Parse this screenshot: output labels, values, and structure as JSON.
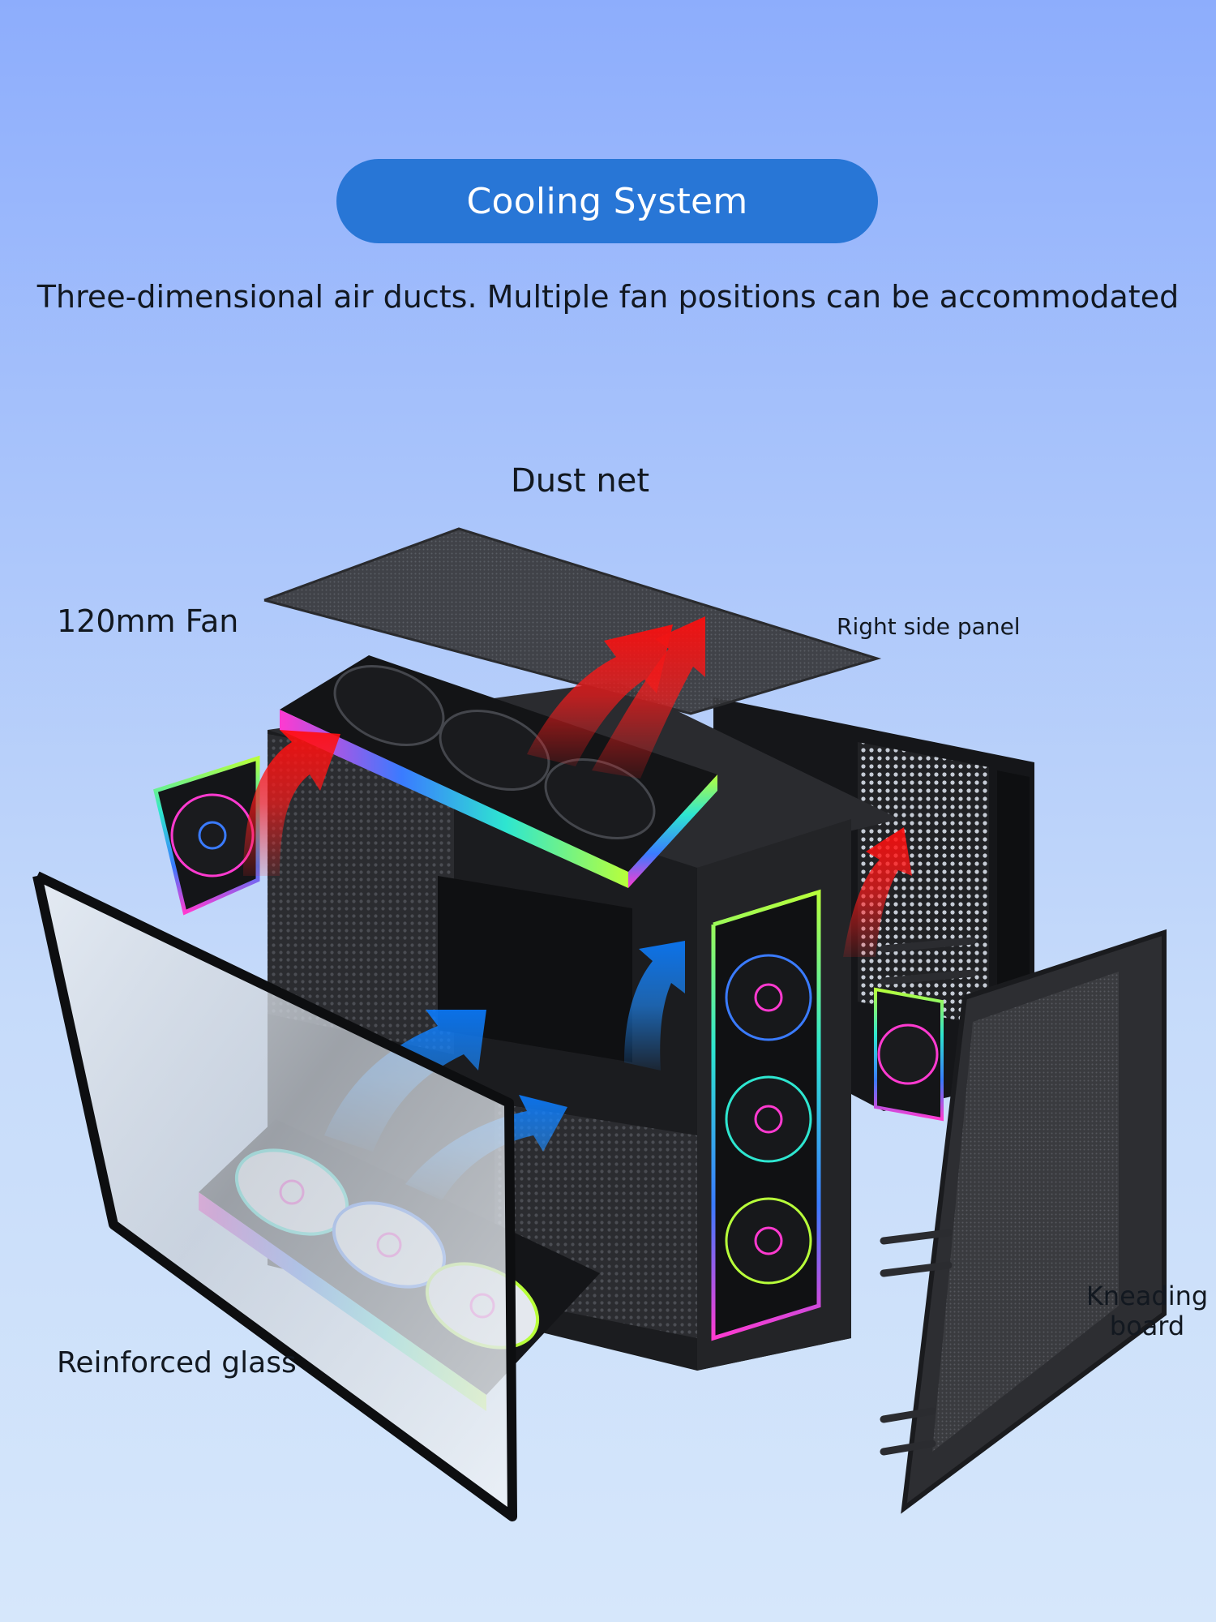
{
  "header": {
    "title": "Cooling System",
    "subtitle": "Three-dimensional air ducts. Multiple fan positions can be accommodated"
  },
  "callouts": {
    "dust_net": "Dust net",
    "fan_120": "120mm Fan",
    "right_side_panel": "Right side panel",
    "reinforced_glass": "Reinforced glass",
    "kneading_board_line1": "Kneading",
    "kneading_board_line2": "board"
  },
  "colors": {
    "pill": "#2876d6",
    "hot_air": "#ff1a1a",
    "cool_air": "#1e8cff",
    "case_body": "#1c1d20",
    "rgb_accent": "#34e0c8"
  },
  "illustration": {
    "subject": "exploded-pc-case",
    "icons": [
      "hot-airflow-arrow",
      "cool-airflow-arrow",
      "rgb-fan"
    ]
  }
}
